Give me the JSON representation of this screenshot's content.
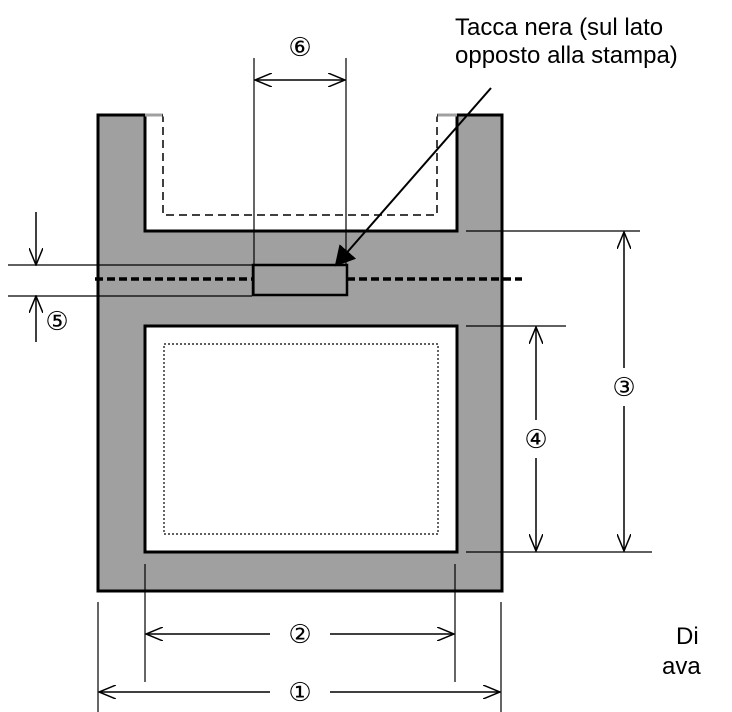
{
  "callout": {
    "line1": "Tacca nera (sul lato",
    "line2": "opposto alla stampa)"
  },
  "corner_text": {
    "line1": "Di",
    "line2": "ava"
  },
  "dimension_labels": {
    "d1": "①",
    "d2": "②",
    "d3": "③",
    "d4": "④",
    "d5": "⑤",
    "d6": "⑥"
  },
  "colors": {
    "liner": "#a0a0a0",
    "label": "#ffffff",
    "ink": "#000000"
  }
}
